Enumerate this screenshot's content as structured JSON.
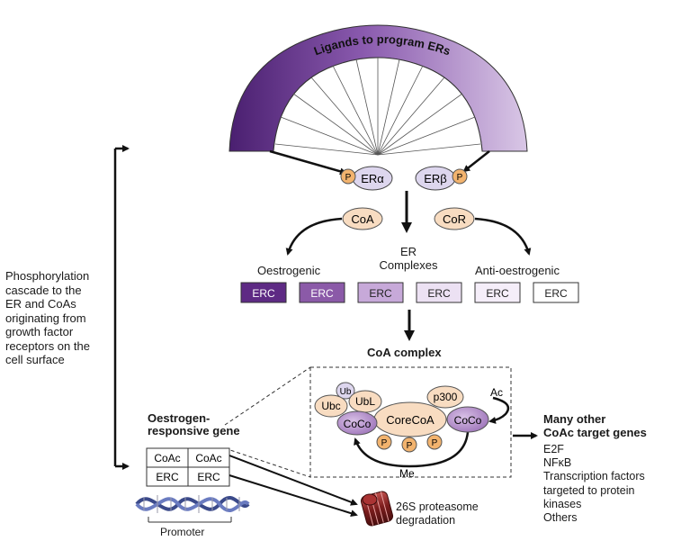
{
  "fan_label": "Ligands to program ERs",
  "receptors": {
    "alpha": "ERα",
    "beta": "ERβ",
    "phospho": "P"
  },
  "coactivator": "CoA",
  "corepressor": "CoR",
  "er_complexes_label": "ER\nComplexes",
  "oestrogenic_label": "Oestrogenic",
  "anti_oestrogenic_label": "Anti-oestrogenic",
  "erc_boxes": [
    "ERC",
    "ERC",
    "ERC",
    "ERC",
    "ERC",
    "ERC"
  ],
  "coa_complex_title": "CoA complex",
  "coa_complex": {
    "ub": "Ub",
    "ubc": "Ubc",
    "ubl": "UbL",
    "p300": "p300",
    "ac": "Ac",
    "corecoa": "CoreCoA",
    "coco_left": "CoCo",
    "coco_right": "CoCo",
    "p_labels": [
      "P",
      "P",
      "P"
    ],
    "me": "Me"
  },
  "phosphorylation_note": "Phosphorylation\ncascade to the\nER and CoAs\noriginating from\ngrowth factor\nreceptors on the\ncell surface",
  "gene_title": "Oestrogen-\nresponsive gene",
  "gene_boxes": {
    "coac_1": "CoAc",
    "coac_2": "CoAc",
    "erc_1": "ERC",
    "erc_2": "ERC"
  },
  "promoter_label": "Promoter",
  "proteasome_label": "26S proteasome\ndegradation",
  "targets_title": "Many other\nCoAc target genes",
  "targets_list": [
    "E2F",
    "NFκB",
    "Transcription factors",
    "targeted to protein",
    "kinases",
    "Others"
  ],
  "colors": {
    "purple_dark": "#5e2a84",
    "purple_mid": "#8b5aa8",
    "purple_light": "#c7a9d9",
    "purple_pale": "#ece1f3",
    "orange": "#f2b36e",
    "peach": "#f8dcc1",
    "lavender": "#ddd6ee",
    "proteasome": "#8c2a2a"
  }
}
